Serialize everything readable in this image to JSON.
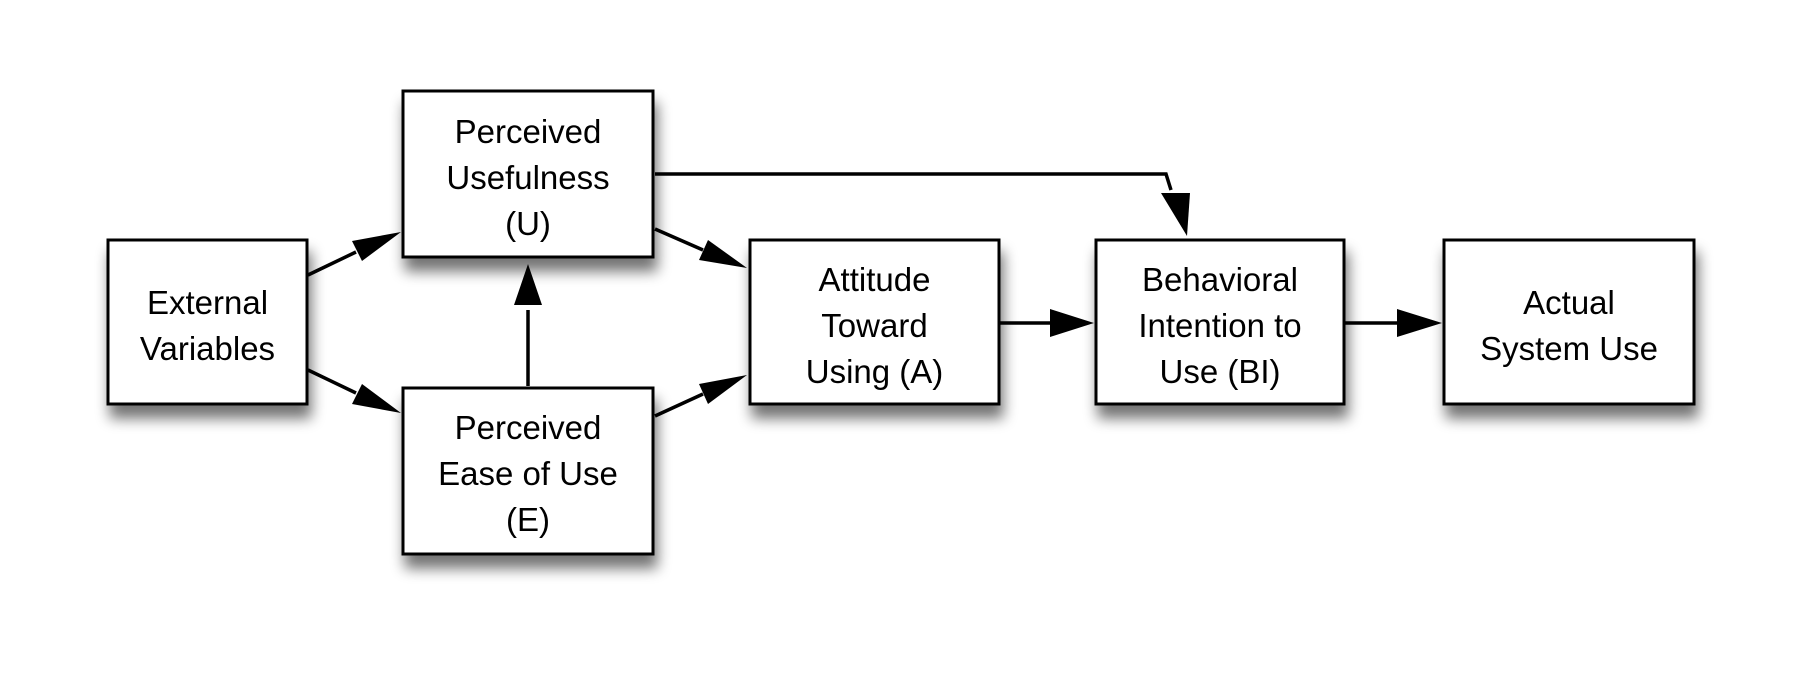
{
  "diagram": {
    "nodes": {
      "external_variables": {
        "line1": "External",
        "line2": "Variables"
      },
      "perceived_usefulness": {
        "line1": "Perceived",
        "line2": "Usefulness",
        "line3": "(U)"
      },
      "perceived_ease_of_use": {
        "line1": "Perceived",
        "line2": "Ease of Use",
        "line3": "(E)"
      },
      "attitude_toward_using": {
        "line1": "Attitude",
        "line2": "Toward",
        "line3": "Using (A)"
      },
      "behavioral_intention": {
        "line1": "Behavioral",
        "line2": "Intention to",
        "line3": "Use (BI)"
      },
      "actual_system_use": {
        "line1": "Actual",
        "line2": "System Use"
      }
    },
    "edges": [
      {
        "from": "external_variables",
        "to": "perceived_usefulness"
      },
      {
        "from": "external_variables",
        "to": "perceived_ease_of_use"
      },
      {
        "from": "perceived_ease_of_use",
        "to": "perceived_usefulness"
      },
      {
        "from": "perceived_usefulness",
        "to": "attitude_toward_using"
      },
      {
        "from": "perceived_ease_of_use",
        "to": "attitude_toward_using"
      },
      {
        "from": "perceived_usefulness",
        "to": "behavioral_intention"
      },
      {
        "from": "attitude_toward_using",
        "to": "behavioral_intention"
      },
      {
        "from": "behavioral_intention",
        "to": "actual_system_use"
      }
    ],
    "colors": {
      "stroke": "#000000",
      "fill": "#ffffff",
      "shadow": "#000000"
    }
  }
}
